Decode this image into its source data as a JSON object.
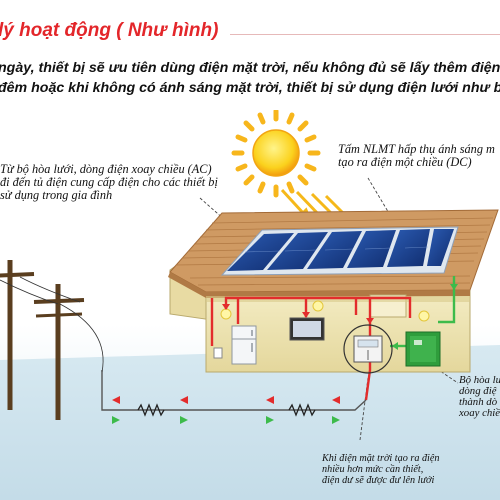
{
  "header": {
    "title": "lý hoạt động ( Như hình)",
    "line1": "ngày, thiết bị sẽ ưu tiên dùng điện mặt trời, nếu không đủ sẽ lấy thêm điện lư",
    "line2": "đêm hoặc khi không có ánh sáng mặt trời, thiết bị sử dụng điện lưới như bình"
  },
  "diagram": {
    "note_ac": "Từ bộ hòa lưới, dòng điện xoay chiều (AC)\nđi đến tủ điện cung cấp điện cho các thiết bị\nsử dụng trong gia đình",
    "note_dc": "Tấm NLMT hấp thụ ánh sáng m\ntạo ra điện một chiều (DC)",
    "note_inverter": "Bộ hòa lư\ndòng điệ\nthành dò\nxoay chiề",
    "note_grid": "Khi điện mặt trời tạo ra điện\nnhiều hơn mức cần thiết,\nđiện dư sẽ được đư lên lưới"
  },
  "colors": {
    "title": "#e3262a",
    "sky": "#ffffff",
    "ground": "#cfe4ef",
    "wall": "#eee5b4",
    "roof": "#cf9a63",
    "panel": "#1a3f8f",
    "ac_wire": "#e32c2c",
    "dc_wire": "#3dbb4b",
    "sun": "#f7b61c",
    "inverter": "#2f9d3c"
  }
}
